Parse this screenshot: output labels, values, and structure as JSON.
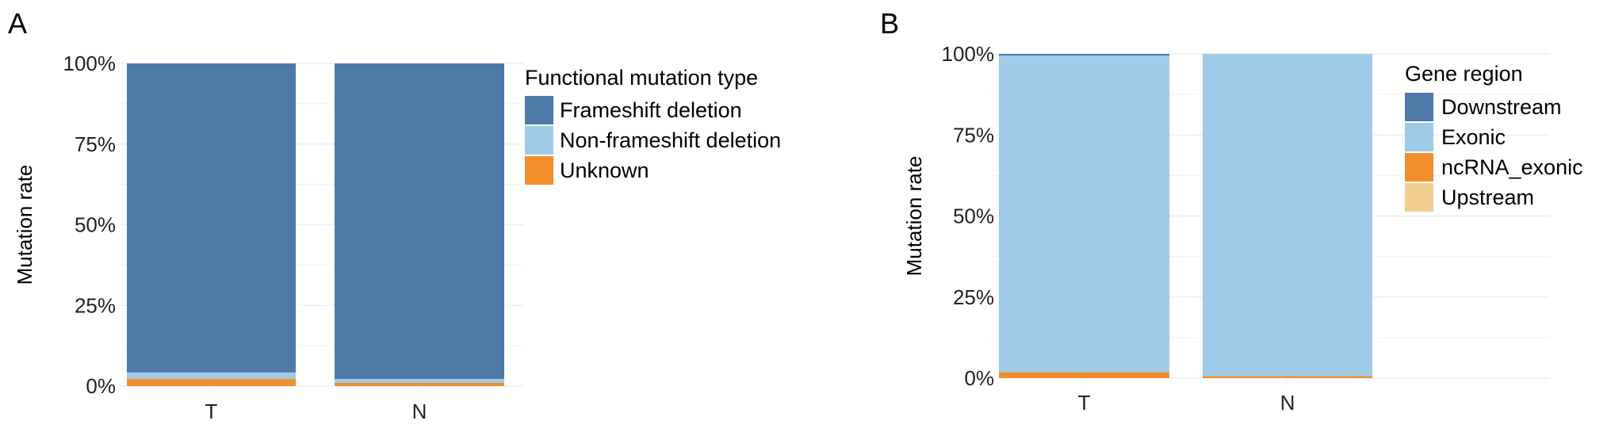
{
  "chart_data": [
    {
      "panel": "A",
      "type": "bar",
      "stacked": true,
      "normalized": true,
      "categories": [
        "T",
        "N"
      ],
      "ylabel": "Mutation rate",
      "xlabel": "",
      "yticks": [
        "0%",
        "25%",
        "50%",
        "75%",
        "100%"
      ],
      "ylim": [
        0,
        1
      ],
      "grid": true,
      "legend": {
        "title": "Functional mutation type",
        "position": "right"
      },
      "series": [
        {
          "name": "Unknown",
          "color": "#f28e2b",
          "values": [
            0.022,
            0.01
          ]
        },
        {
          "name": "Non-frameshift deletion",
          "color": "#a0cbe8",
          "values": [
            0.02,
            0.012
          ]
        },
        {
          "name": "Frameshift deletion",
          "color": "#4e79a7",
          "values": [
            0.958,
            0.978
          ]
        }
      ],
      "legend_order": [
        "Frameshift deletion",
        "Non-frameshift deletion",
        "Unknown"
      ]
    },
    {
      "panel": "B",
      "type": "bar",
      "stacked": true,
      "normalized": true,
      "categories": [
        "T",
        "N"
      ],
      "ylabel": "Mutation rate",
      "xlabel": "",
      "yticks": [
        "0%",
        "25%",
        "50%",
        "75%",
        "100%"
      ],
      "ylim": [
        0,
        1
      ],
      "grid": true,
      "legend": {
        "title": "Gene region",
        "position": "right"
      },
      "series": [
        {
          "name": "Upstream",
          "color": "#f1ce8f",
          "values": [
            0.0,
            0.0
          ]
        },
        {
          "name": "ncRNA_exonic",
          "color": "#f28e2b",
          "values": [
            0.018,
            0.006
          ]
        },
        {
          "name": "Exonic",
          "color": "#a0cbe8",
          "values": [
            0.977,
            0.994
          ]
        },
        {
          "name": "Downstream",
          "color": "#4e79a7",
          "values": [
            0.005,
            0.0
          ]
        }
      ],
      "legend_order": [
        "Downstream",
        "Exonic",
        "ncRNA_exonic",
        "Upstream"
      ]
    }
  ]
}
